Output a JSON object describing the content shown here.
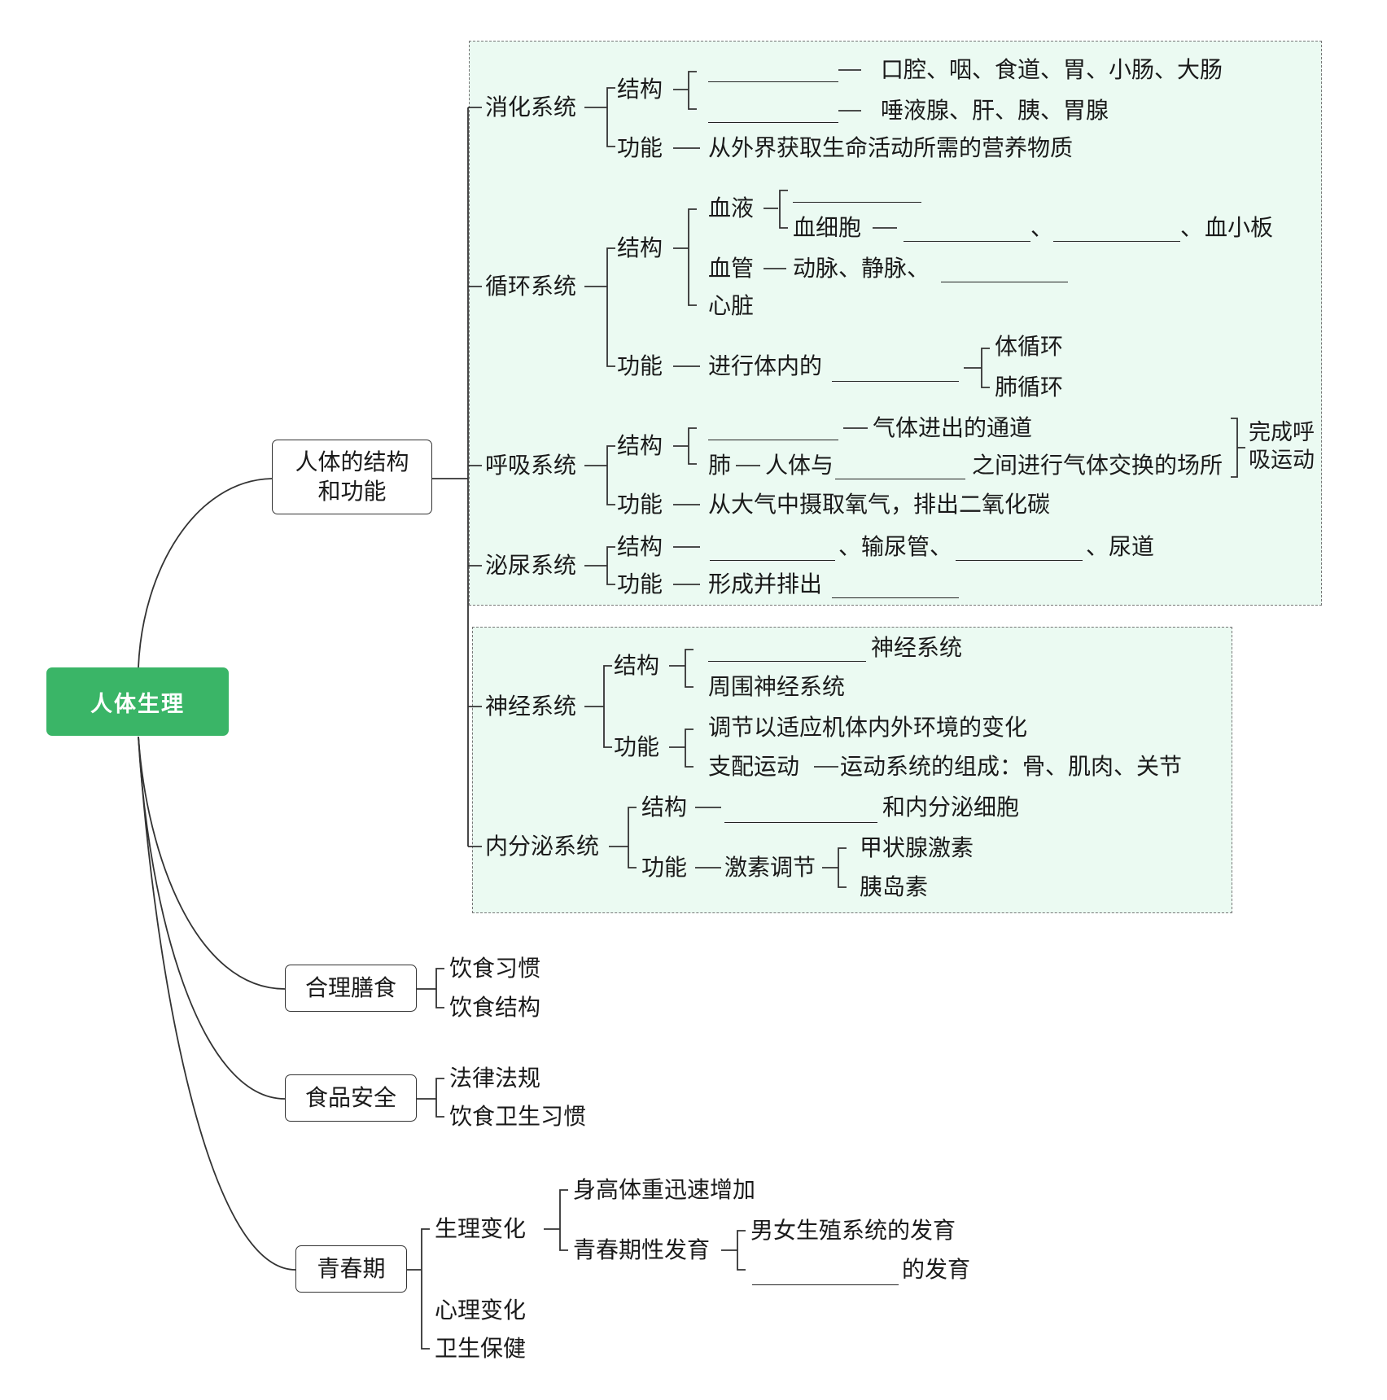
{
  "root": "人体生理",
  "structure": {
    "label": "人体的结构\n和功能",
    "digestive": {
      "name": "消化系统",
      "structure_label": "结构",
      "structure_items": [
        "口腔、咽、食道、胃、小肠、大肠",
        "唾液腺、肝、胰、胃腺"
      ],
      "function_label": "功能",
      "function_text": "从外界获取生命活动所需的营养物质"
    },
    "circulatory": {
      "name": "循环系统",
      "structure_label": "结构",
      "blood_label": "血液",
      "blood_cells_label": "血细胞",
      "separator": "、",
      "platelet": "血小板",
      "vessels_label": "血管",
      "vessels_text": "动脉、静脉、",
      "heart": "心脏",
      "function_label": "功能",
      "function_text": "进行体内的",
      "systemic": "体循环",
      "pulmonary": "肺循环"
    },
    "respiratory": {
      "name": "呼吸系统",
      "structure_label": "结构",
      "airway_text": "气体进出的通道",
      "lung_label": "肺",
      "lung_text_before": "人体与",
      "lung_text_after": "之间进行气体交换的场所",
      "note_line1": "完成呼",
      "note_line2": "吸运动",
      "function_label": "功能",
      "function_text": "从大气中摄取氧气，排出二氧化碳"
    },
    "urinary": {
      "name": "泌尿系统",
      "structure_label": "结构",
      "ureter": "、输尿管、",
      "urethra": "、尿道",
      "function_label": "功能",
      "function_text": "形成并排出"
    },
    "nervous": {
      "name": "神经系统",
      "structure_label": "结构",
      "central_suffix": "神经系统",
      "peripheral": "周围神经系统",
      "function_label": "功能",
      "function_item1": "调节以适应机体内外环境的变化",
      "function_item2_label": "支配运动",
      "function_item2_text": "运动系统的组成：骨、肌肉、关节"
    },
    "endocrine": {
      "name": "内分泌系统",
      "structure_label": "结构",
      "structure_suffix": "和内分泌细胞",
      "function_label": "功能",
      "function_text": "激素调节",
      "hormone1": "甲状腺激素",
      "hormone2": "胰岛素"
    }
  },
  "diet": {
    "label": "合理膳食",
    "items": [
      "饮食习惯",
      "饮食结构"
    ]
  },
  "food_safety": {
    "label": "食品安全",
    "items": [
      "法律法规",
      "饮食卫生习惯"
    ]
  },
  "puberty": {
    "label": "青春期",
    "physiological": "生理变化",
    "growth": "身高体重迅速增加",
    "sexual_dev": "青春期性发育",
    "reproductive": "男女生殖系统的发育",
    "development_suffix": "的发育",
    "psychological": "心理变化",
    "hygiene": "卫生保健"
  },
  "colors": {
    "root_green": "#3ab567",
    "panel_fill": "#ebfaf2"
  }
}
